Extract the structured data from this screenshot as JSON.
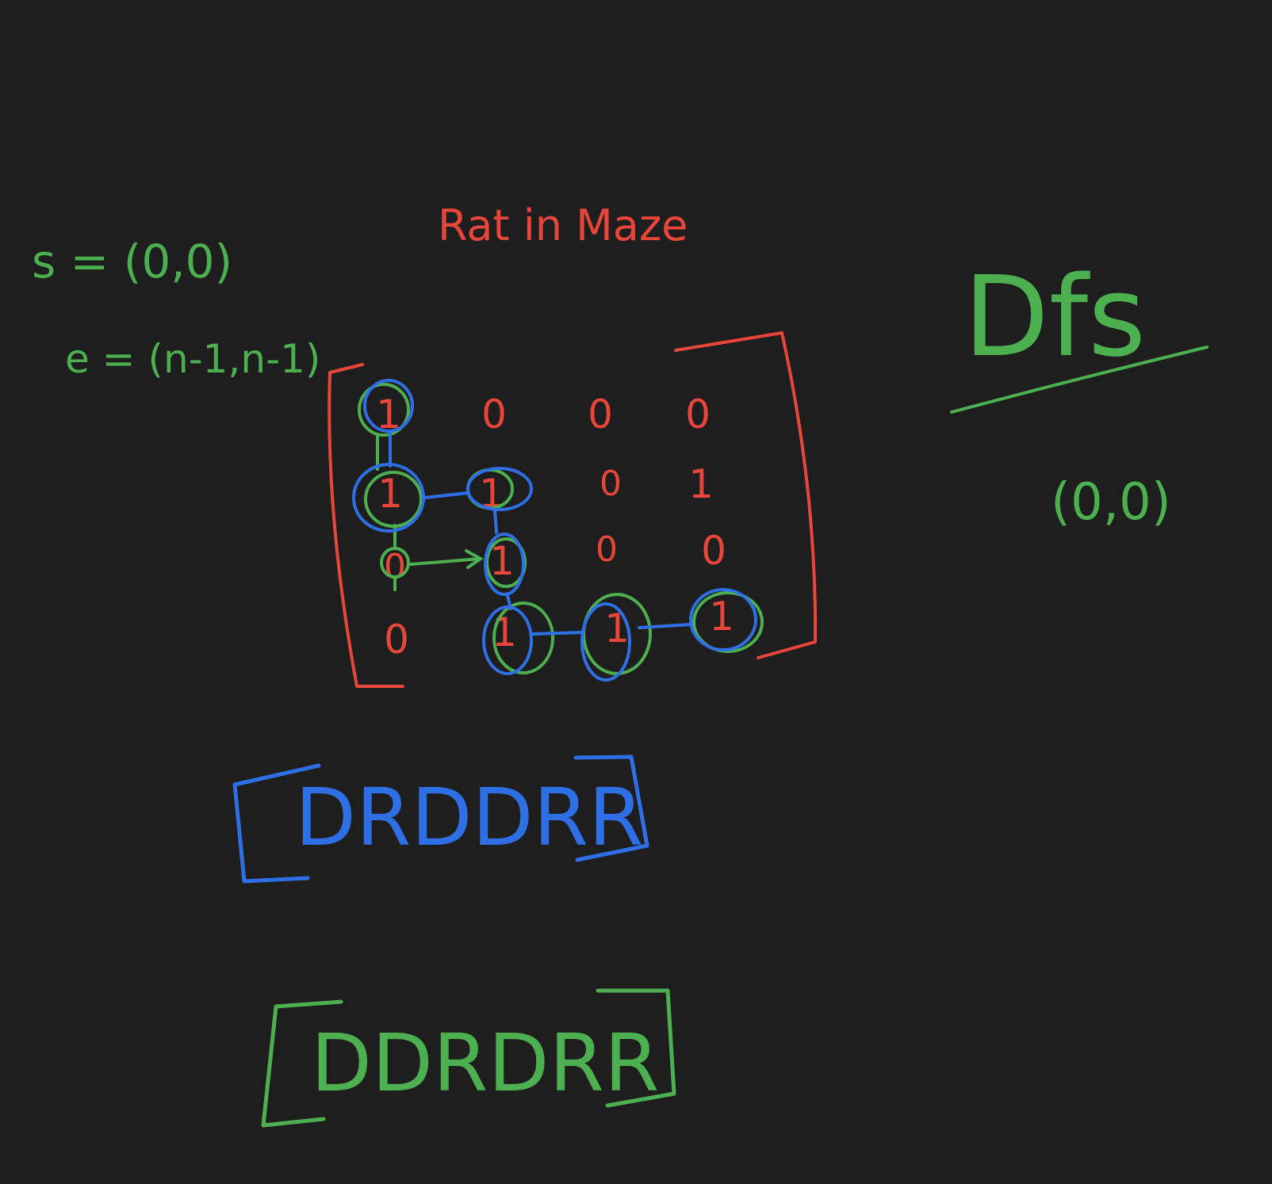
{
  "title": "Rat in Maze",
  "start_label": "s = (0,0)",
  "end_label": "e = (n-1,n-1)",
  "algo_label": "Dfs",
  "start_cell_label": "(0,0)",
  "maze": [
    [
      "1",
      "0",
      "0",
      "0"
    ],
    [
      "1",
      "1",
      "0",
      "1"
    ],
    [
      "0",
      "1",
      "0",
      "0"
    ],
    [
      "0",
      "1",
      "1",
      "1"
    ]
  ],
  "paths": [
    {
      "string": "DRDDRR",
      "color": "#2f6fe6"
    },
    {
      "string": "DDRDRR",
      "color": "#4caf50"
    }
  ],
  "colors": {
    "background": "#1e1e1e",
    "red": "#e8463a",
    "green": "#4caf50",
    "blue": "#2f6fe6"
  }
}
